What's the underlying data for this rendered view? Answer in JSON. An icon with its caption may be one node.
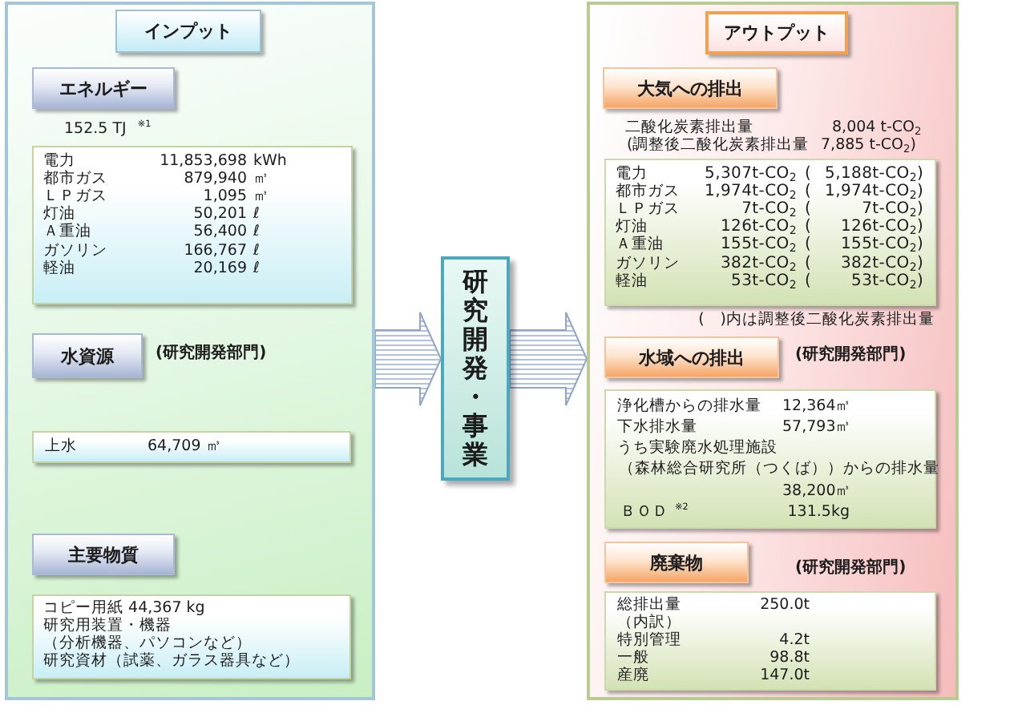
{
  "diagram": {
    "nodes": [
      {
        "text": [],
        "shape": "box"
      },
      {
        "text": [
          "インプット"
        ],
        "in": 0
      },
      {
        "text": [
          "エネルギー"
        ],
        "in": 0,
        "beside": [
          "152.5 TJ $^{※1}$"
        ]
      },
      {
        "text": [
          "電力",
          "11,853,698",
          "kWh",
          "都市ガス",
          "879,940",
          "㎥",
          "ＬＰガス",
          "1,095",
          "㎥",
          "灯油",
          "50,201",
          "ℓ",
          "Ａ重油",
          "56,400",
          "ℓ",
          "ガソリン",
          "166,767",
          "ℓ",
          "軽油",
          "20,169",
          "ℓ"
        ],
        "in": 0
      },
      {
        "text": [
          "水資源"
        ],
        "in": 0,
        "beside": [
          "(研究開発部門)"
        ]
      },
      {
        "text": [
          "上水",
          "64,709 ㎥"
        ],
        "in": 0
      },
      {
        "text": [
          "主要物質"
        ],
        "in": 0
      },
      {
        "text": [
          "コピー用紙 44,367 kg",
          "研究用装置・機器",
          "（分析機器、パソコンなど）",
          "研究資材（試薬、ガラス器具など）"
        ],
        "in": 0
      },
      {
        "text": [
          "研究開発・事業"
        ]
      },
      {
        "text": [],
        "shape": "box"
      },
      {
        "text": [
          "アウトプット"
        ],
        "in": 9
      },
      {
        "text": [
          "大気への排出"
        ],
        "in": 9,
        "beside": [
          "二酸化炭素排出量",
          "8,004 t-CO$_{2}$",
          "(調整後二酸化炭素排出量",
          "7,885 t-CO$_{2}$)"
        ]
      },
      {
        "text": [
          "電力",
          "5,307t-CO$_{2}$",
          "(",
          "5,188t-CO$_{2}$",
          ")",
          "都市ガス",
          "1,974t-CO$_{2}$",
          "(",
          "1,974t-CO$_{2}$",
          ")",
          "ＬＰガス",
          "7t-CO$_{2}$",
          "(",
          "7t-CO$_{2}$",
          ")",
          "灯油",
          "126t-CO$_{2}$",
          "(",
          "126t-CO$_{2}$",
          ")",
          "Ａ重油",
          "155t-CO$_{2}$",
          "(",
          "155t-CO$_{2}$",
          ")",
          "ガソリン",
          "382t-CO$_{2}$",
          "(",
          "382t-CO$_{2}$",
          ")",
          "軽油",
          "53t-CO$_{2}$",
          "(",
          "53t-CO$_{2}$",
          ")"
        ],
        "in": 9,
        "beside": [
          "(　)内は調整後二酸化炭素排出量"
        ]
      },
      {
        "text": [
          "水域への排出"
        ],
        "in": 9,
        "beside": [
          "(研究開発部門)"
        ]
      },
      {
        "text": [
          "浄化槽からの排水量",
          "12,364㎥",
          "下水排水量",
          "57,793㎥",
          "うち実験廃水処理施設",
          "（森林総合研究所（つくば））からの排水量",
          "38,200㎥",
          "ＢＯＤ$^{※2}$",
          "131.5kg"
        ],
        "in": 9
      },
      {
        "text": [
          "廃棄物"
        ],
        "in": 9
      },
      {
        "text": [
          "総排出量",
          "250.0t",
          "（内訳）",
          "特別管理",
          "4.2t",
          "一般",
          "98.8t",
          "産廃",
          "147.0t"
        ],
        "in": 9
      }
    ],
    "edges": [
      {
        "from": 0,
        "to": 8,
        "arrow": "to"
      },
      {
        "from": 8,
        "to": 9,
        "arrow": "to"
      }
    ],
    "labels": [
      "(研究開発部門)"
    ]
  }
}
